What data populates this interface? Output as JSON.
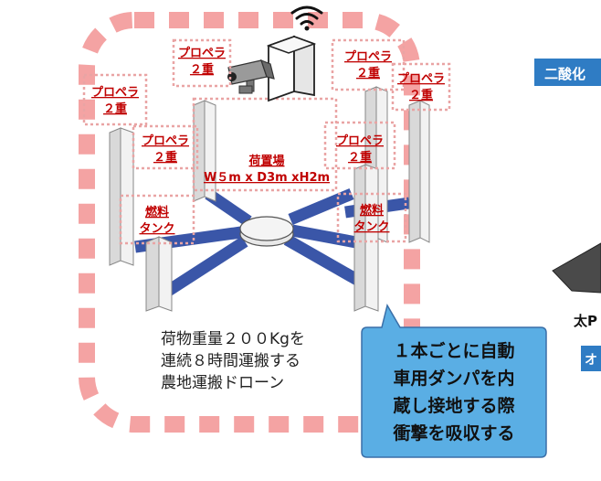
{
  "colors": {
    "frame_dash": "#f4a3a3",
    "label_red": "#c00000",
    "label_box": "#e9a4a4",
    "arm_blue": "#3a56a8",
    "callout_fill": "#5aaee4",
    "callout_stroke": "#3a6fa8",
    "right_banner": "#2f7cc4"
  },
  "icons": {
    "wifi": "wifi-icon",
    "camera": "security-camera-icon",
    "box": "server-box-icon"
  },
  "labels": {
    "prop_line1": "プロペラ",
    "prop_line2": "２重",
    "tank_line1": "燃料",
    "tank_line2": "タンク",
    "cargo_line1": "荷置場",
    "cargo_line2": "W５m x D3m xH2m"
  },
  "caption": {
    "line1": "荷物重量２００Kgを",
    "line2": "連続８時間運搬する",
    "line3": "農地運搬ドローン"
  },
  "callout": {
    "line1": "１本ごとに自動",
    "line2": "車用ダンパを内",
    "line3": "蔵し接地する際",
    "line4": "衝撃を吸収する"
  },
  "right_panel": {
    "banner_text": "二酸化",
    "side_text": "太P",
    "small_banner_text": "オ"
  }
}
